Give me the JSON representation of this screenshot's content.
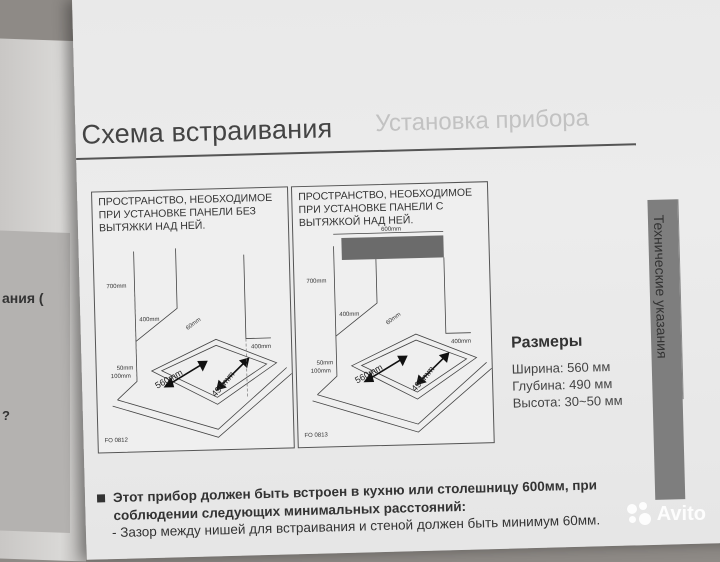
{
  "left_fragments": [
    "ания (",
    "?"
  ],
  "title": "Схема встраивания",
  "ghost_header": "Установка прибора",
  "side_tab": "Технические указания",
  "diagram1": {
    "caption": [
      "ПРОСТРАНСТВО, НЕОБХОДИМОЕ",
      "ПРИ УСТАНОВКЕ ПАНЕЛИ БЕЗ",
      "ВЫТЯЖКИ НАД НЕЙ."
    ],
    "labels": {
      "h700": "700mm",
      "h400a": "400mm",
      "d60": "60mm",
      "d50": "50mm",
      "d100": "100mm",
      "h400b": "400mm",
      "w560": "560mm",
      "d490": "490mm"
    },
    "code": "FO 0812"
  },
  "diagram2": {
    "caption": [
      "ПРОСТРАНСТВО, НЕОБХОДИМОЕ",
      "ПРИ УСТАНОВКЕ ПАНЕЛИ С",
      "ВЫТЯЖКОЙ НАД НЕЙ."
    ],
    "labels": {
      "w600": "600mm",
      "h700": "700mm",
      "h400a": "400mm",
      "d60": "60mm",
      "d50": "50mm",
      "d100": "100mm",
      "h400b": "400mm",
      "w560": "560mm",
      "d490": "490mm"
    },
    "code": "FO 0813"
  },
  "dimensions": {
    "heading": "Размеры",
    "width": "Ширина: 560 мм",
    "depth": "Глубина: 490 мм",
    "height": "Высота: 30~50 мм"
  },
  "note": {
    "line1": "Этот прибор должен быть встроен в кухню или столешницу 600мм, при",
    "line2": "соблюдении следующих минимальных расстояний:",
    "sub": "- Зазор между нишей для встраивания и стеной должен быть минимум 60мм."
  },
  "watermark": "Avito"
}
